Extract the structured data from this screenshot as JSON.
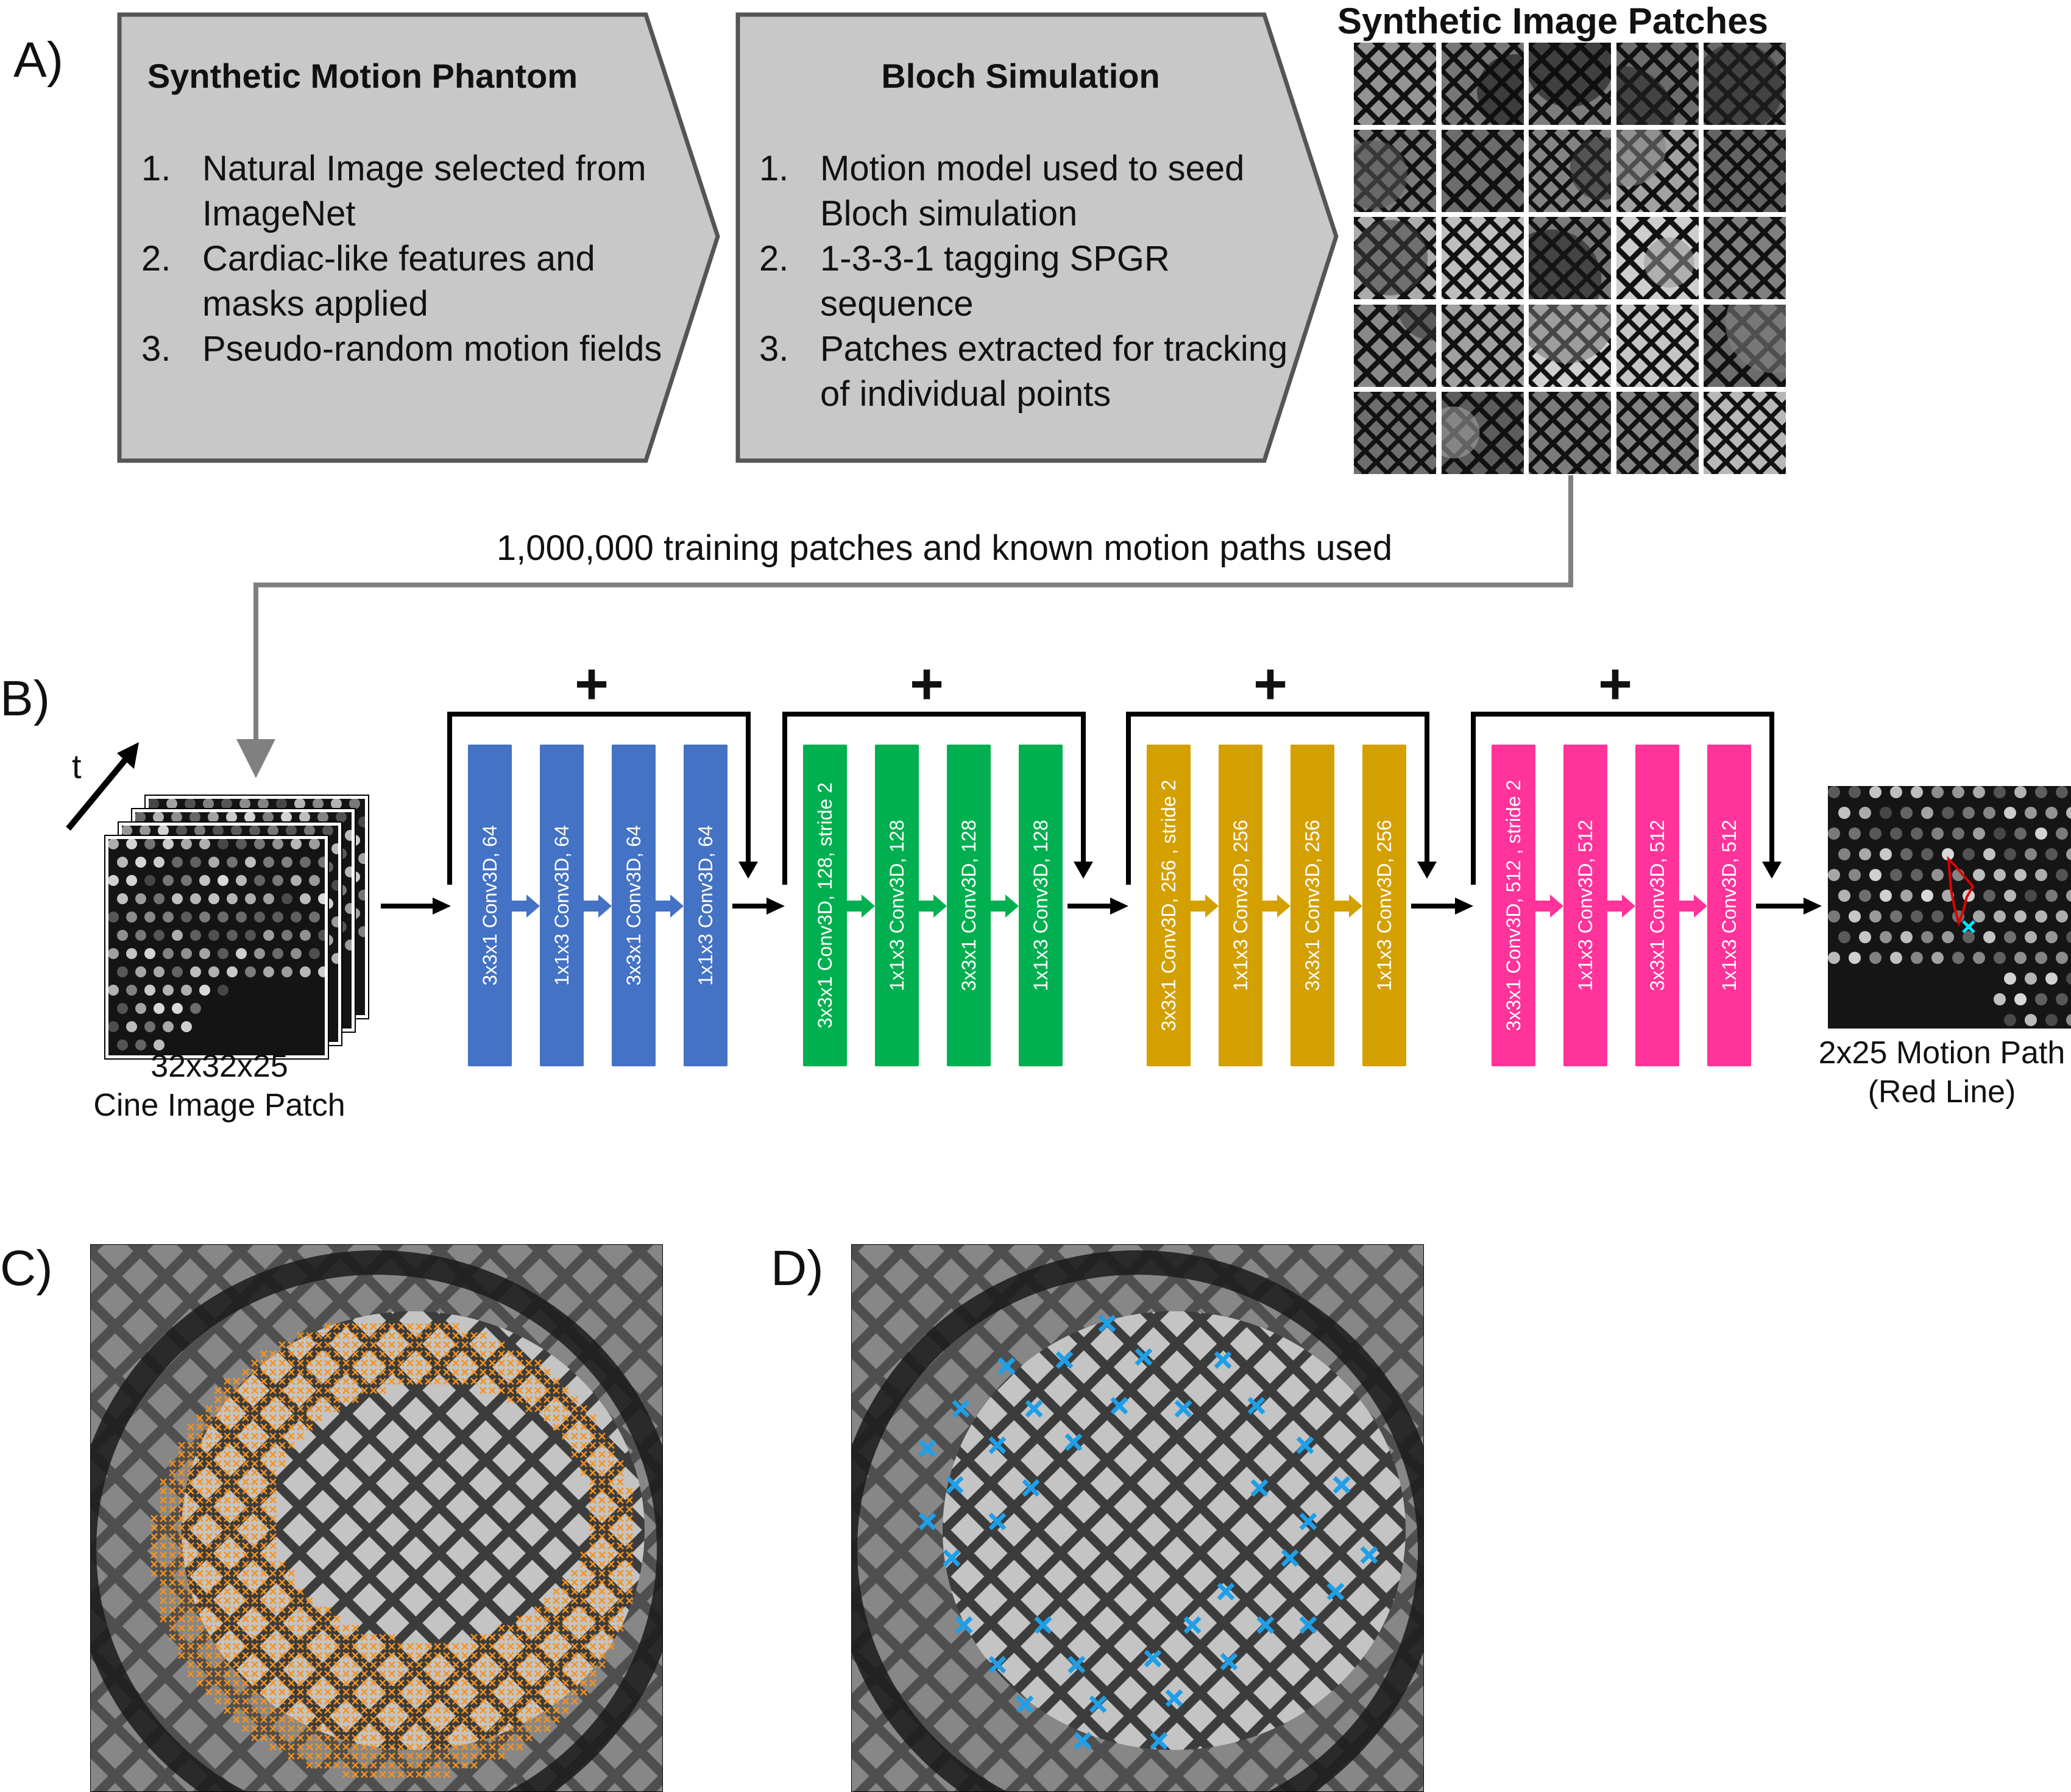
{
  "panel_labels": {
    "a": "A)",
    "b": "B)",
    "c": "C)",
    "d": "D)"
  },
  "phantom": {
    "title": "Synthetic Motion Phantom",
    "items": [
      {
        "num": "1.",
        "text": "Natural Image selected from ImageNet"
      },
      {
        "num": "2.",
        "text": "Cardiac-like features and masks applied"
      },
      {
        "num": "3.",
        "text": "Pseudo-random motion fields"
      }
    ]
  },
  "bloch": {
    "title": "Bloch Simulation",
    "items": [
      {
        "num": "1.",
        "text": "Motion model used to seed Bloch simulation"
      },
      {
        "num": "2.",
        "text": "1-3-3-1 tagging SPGR sequence"
      },
      {
        "num": "3.",
        "text": "Patches extracted for tracking of individual points"
      }
    ]
  },
  "patches": {
    "title": "Synthetic Image Patches"
  },
  "training_note": "1,000,000 training patches and known motion paths used",
  "input": {
    "time_label": "t",
    "caption_line1": "32x32x25",
    "caption_line2": "Cine Image Patch"
  },
  "output": {
    "caption_line1": "2x25 Motion Path",
    "caption_line2": "(Red Line)"
  },
  "network": {
    "plus_symbol": "+",
    "groups": [
      {
        "color": "#4472c4",
        "blocks": [
          "3x3x1 Conv3D, 64",
          "1x1x3 Conv3D, 64",
          "3x3x1 Conv3D, 64",
          "1x1x3 Conv3D, 64"
        ]
      },
      {
        "color": "#00b050",
        "blocks": [
          "3x3x1 Conv3D, 128, stride 2",
          "1x1x3 Conv3D, 128",
          "3x3x1 Conv3D, 128",
          "1x1x3 Conv3D, 128"
        ]
      },
      {
        "color": "#d4a000",
        "blocks": [
          "3x3x1 Conv3D, 256 , stride 2",
          "1x1x3 Conv3D, 256",
          "3x3x1 Conv3D, 256",
          "1x1x3 Conv3D, 256"
        ]
      },
      {
        "color": "#ff3399",
        "blocks": [
          "3x3x1 Conv3D, 512 , stride 2",
          "1x1x3 Conv3D, 512",
          "3x3x1 Conv3D, 512",
          "1x1x3 Conv3D, 512"
        ]
      }
    ]
  },
  "colors": {
    "chevron_fill": "#c8c8c8",
    "chevron_stroke": "#555555",
    "connector": "#808080",
    "orange_marks": "#f7931e",
    "blue_marks": "#1e9fe8",
    "red_path": "#e00000",
    "cyan_mark": "#00e5ff"
  }
}
